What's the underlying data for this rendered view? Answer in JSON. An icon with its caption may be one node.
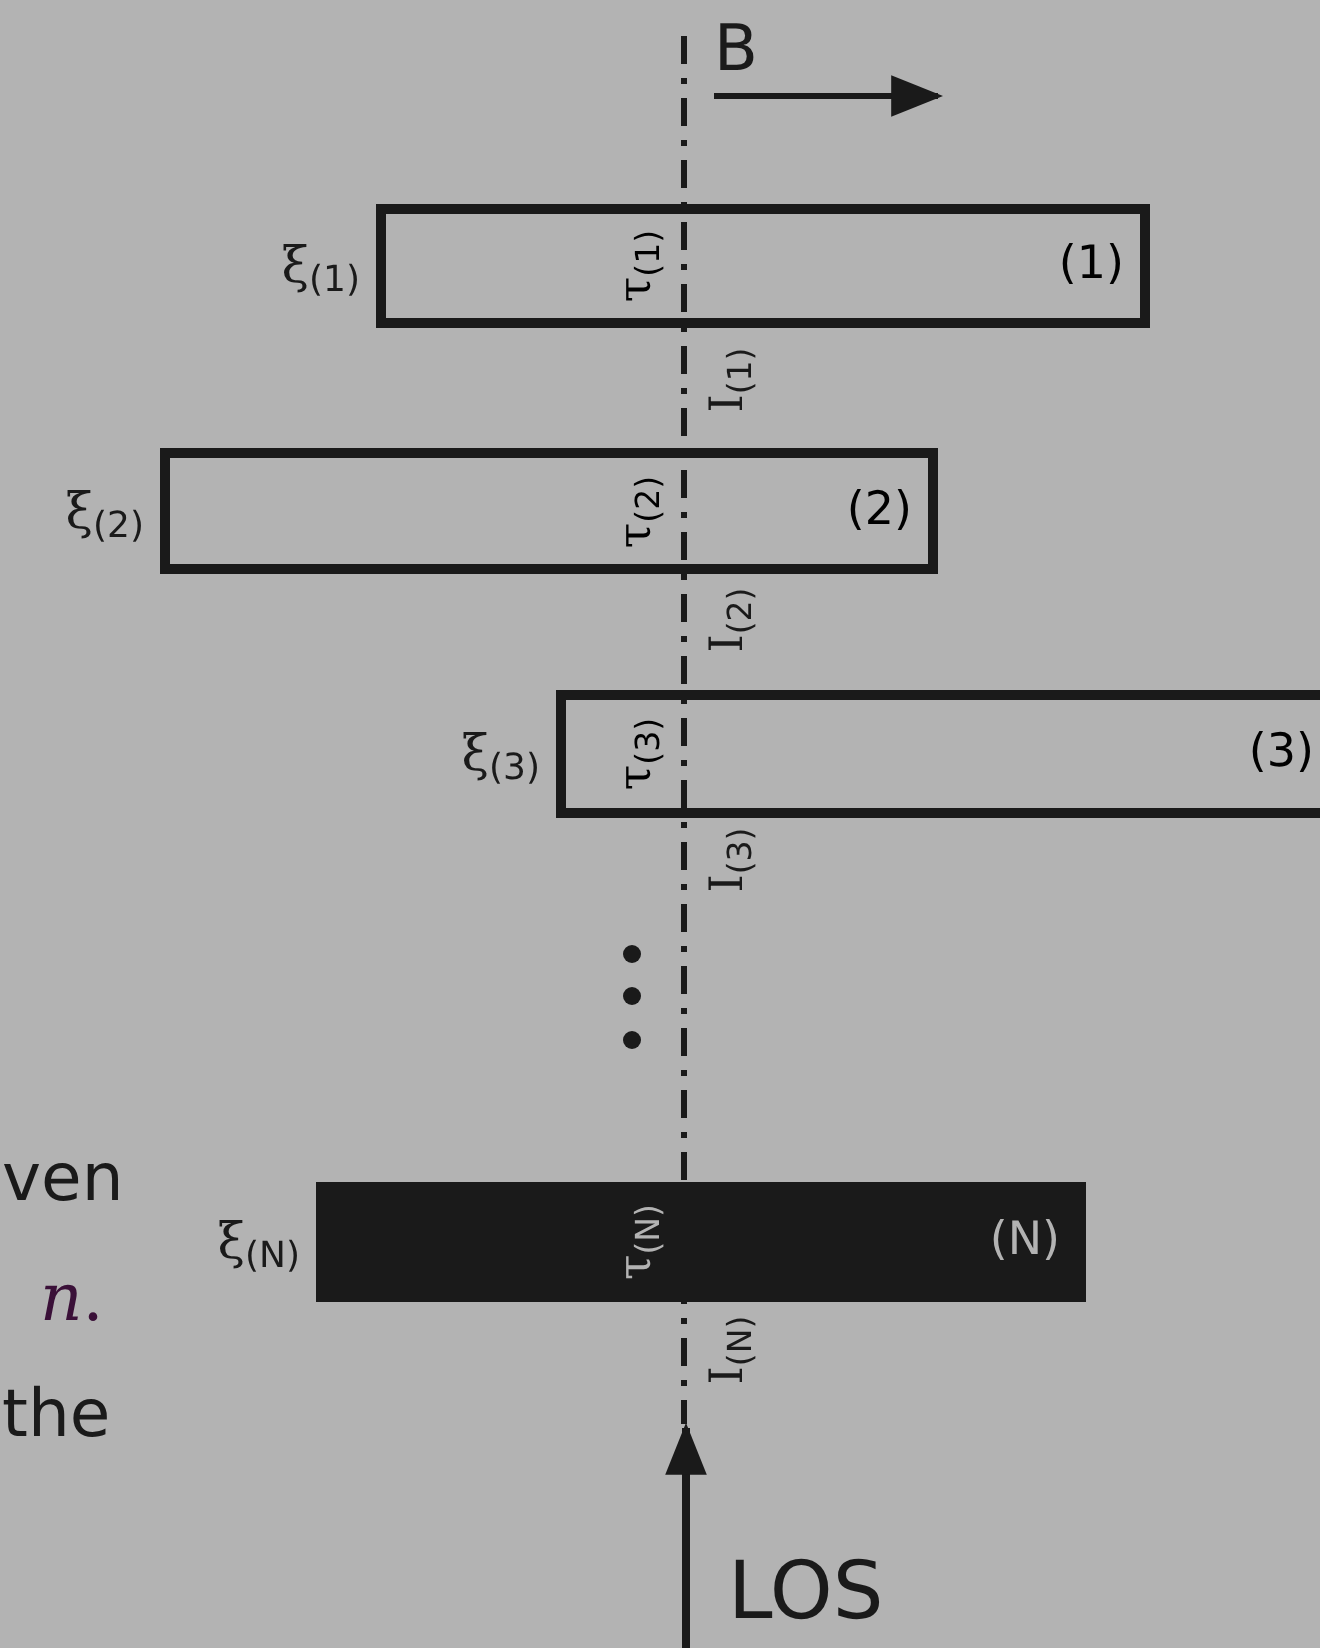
{
  "diagram": {
    "nodes": [
      {
        "text": [
          "τ$_{(1)}$",
          "(1)"
        ],
        "beside": [
          "ξ$_{(1)}$"
        ]
      },
      {
        "text": [
          "τ$_{(2)}$",
          "(2)"
        ],
        "beside": [
          "ξ$_{(2)}$"
        ]
      },
      {
        "text": [
          "τ$_{(3)}$",
          "(3)"
        ],
        "beside": [
          "ξ$_{(3)}$"
        ]
      },
      {
        "text": [
          "τ$_{(N)}$",
          "(N)"
        ],
        "beside": [
          "ξ$_{(N)}$"
        ]
      }
    ],
    "edges": [],
    "labels": [
      "B",
      "I$_{(1)}$",
      "I$_{(2)}$",
      "I$_{(3)}$",
      "ven",
      "*n*.",
      "I$_{(N)}$",
      "the",
      "LOS"
    ]
  }
}
